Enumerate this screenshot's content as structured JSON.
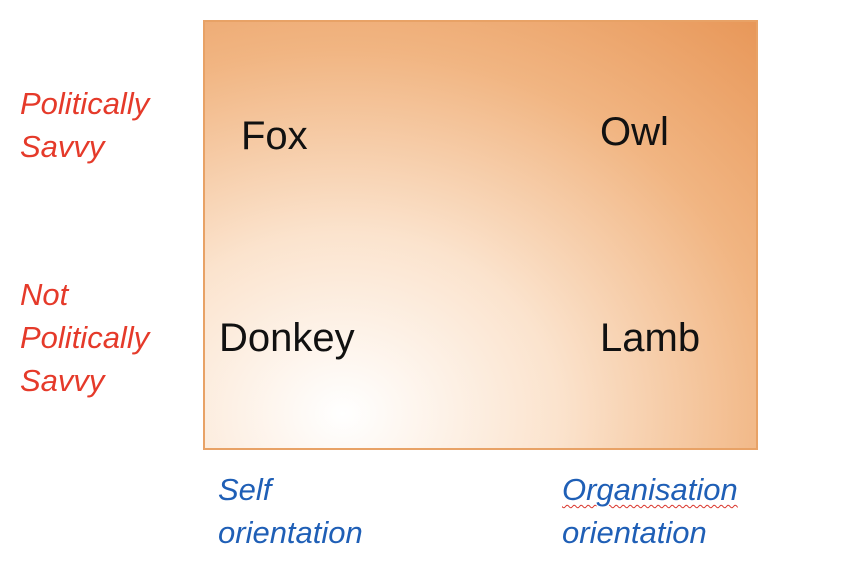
{
  "quadrants": {
    "top_left": "Fox",
    "top_right": "Owl",
    "bottom_left": "Donkey",
    "bottom_right": "Lamb"
  },
  "y_axis": {
    "top_label": [
      "Politically",
      "Savvy"
    ],
    "bottom_label": [
      "Not",
      "Politically",
      "Savvy"
    ]
  },
  "x_axis": {
    "left_label": [
      "Self",
      "orientation"
    ],
    "right_label": [
      "Organisation",
      "orientation"
    ]
  },
  "colors": {
    "y_label": "#e53a2a",
    "x_label": "#1f5fb6",
    "matrix_edge": "#e8985a",
    "matrix_center": "#ffffff"
  }
}
